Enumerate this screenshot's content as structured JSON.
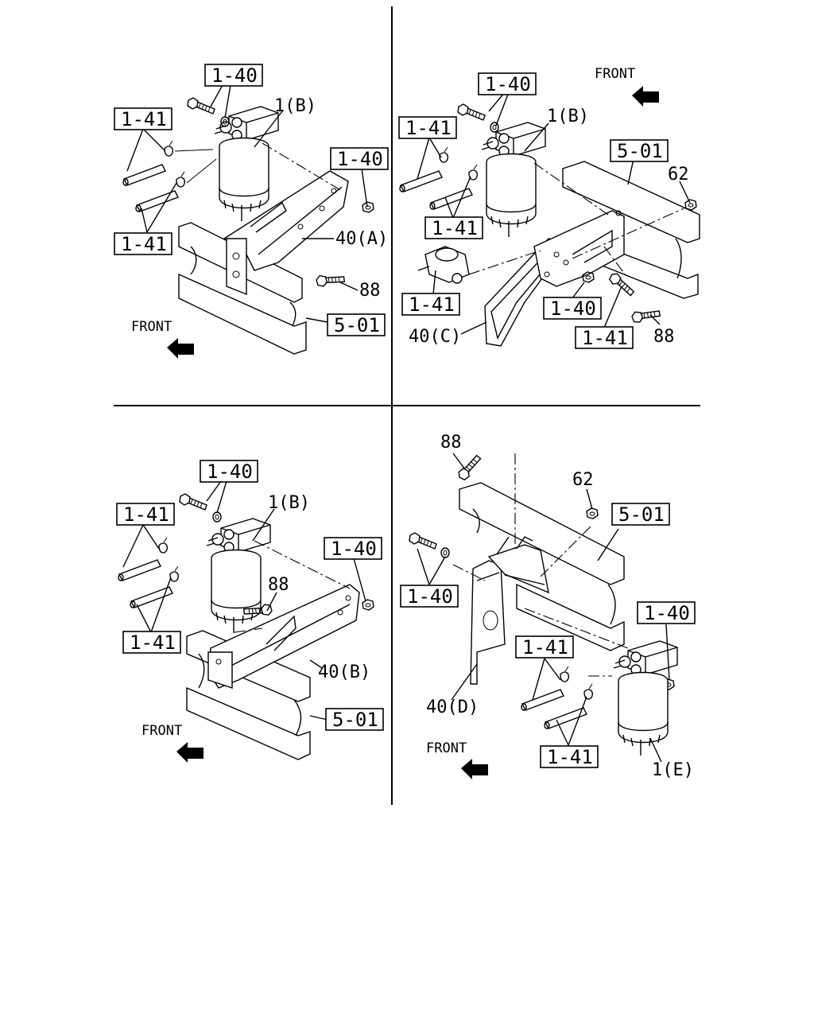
{
  "diagram": {
    "panels": [
      {
        "id": "top-left",
        "labels": {
          "box_1_40_a": "1-40",
          "box_1_41_a": "1-41",
          "box_1_40_b": "1-40",
          "box_1_41_b": "1-41",
          "filter": "1(B)",
          "bracket": "40(A)",
          "bolt": "88",
          "frame": "5-01",
          "front": "FRONT"
        }
      },
      {
        "id": "top-right",
        "labels": {
          "box_1_40_a": "1-40",
          "box_1_41_a": "1-41",
          "box_1_41_b": "1-41",
          "box_1_41_c": "1-41",
          "box_1_40_b": "1-40",
          "box_1_41_d": "1-41",
          "filter": "1(B)",
          "frame": "5-01",
          "nut": "62",
          "bolt": "88",
          "bracket": "40(C)",
          "front": "FRONT"
        }
      },
      {
        "id": "bottom-left",
        "labels": {
          "box_1_40_a": "1-40",
          "box_1_41_a": "1-41",
          "box_1_41_b": "1-41",
          "box_1_40_b": "1-40",
          "filter": "1(B)",
          "bolt": "88",
          "bracket": "40(B)",
          "frame": "5-01",
          "front": "FRONT"
        }
      },
      {
        "id": "bottom-right",
        "labels": {
          "bolt": "88",
          "nut": "62",
          "frame": "5-01",
          "box_1_40_a": "1-40",
          "box_1_40_b": "1-40",
          "box_1_41_a": "1-41",
          "box_1_41_b": "1-41",
          "bracket": "40(D)",
          "filter": "1(E)",
          "front": "FRONT"
        }
      }
    ]
  }
}
